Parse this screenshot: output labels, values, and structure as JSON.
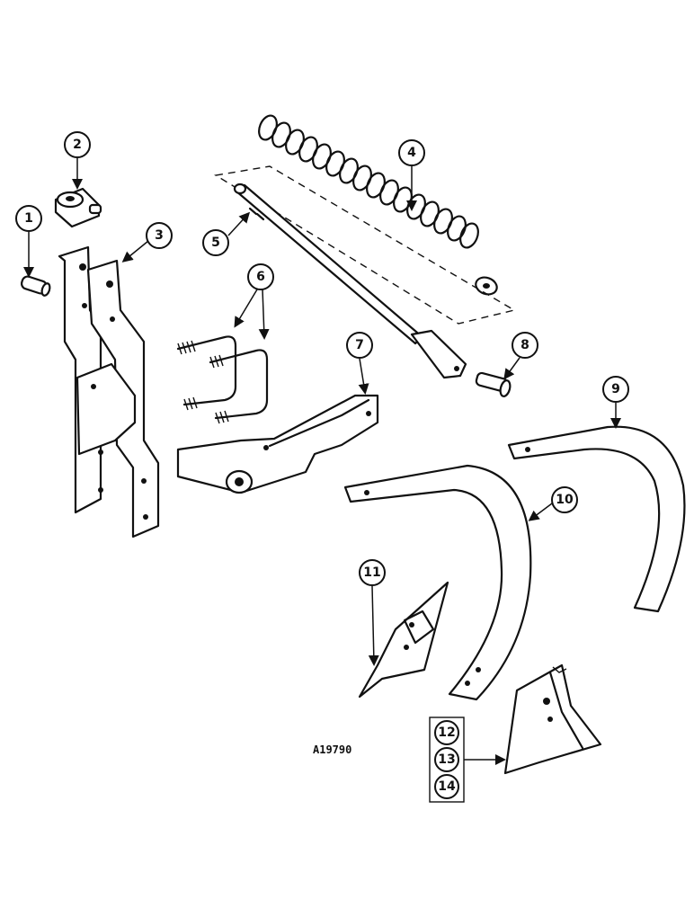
{
  "callouts": {
    "c1": "1",
    "c2": "2",
    "c3": "3",
    "c4": "4",
    "c5": "5",
    "c6": "6",
    "c7": "7",
    "c8": "8",
    "c9": "9",
    "c10": "10",
    "c11": "11",
    "c12": "12",
    "c13": "13",
    "c14": "14"
  },
  "reference_code": "A19790"
}
